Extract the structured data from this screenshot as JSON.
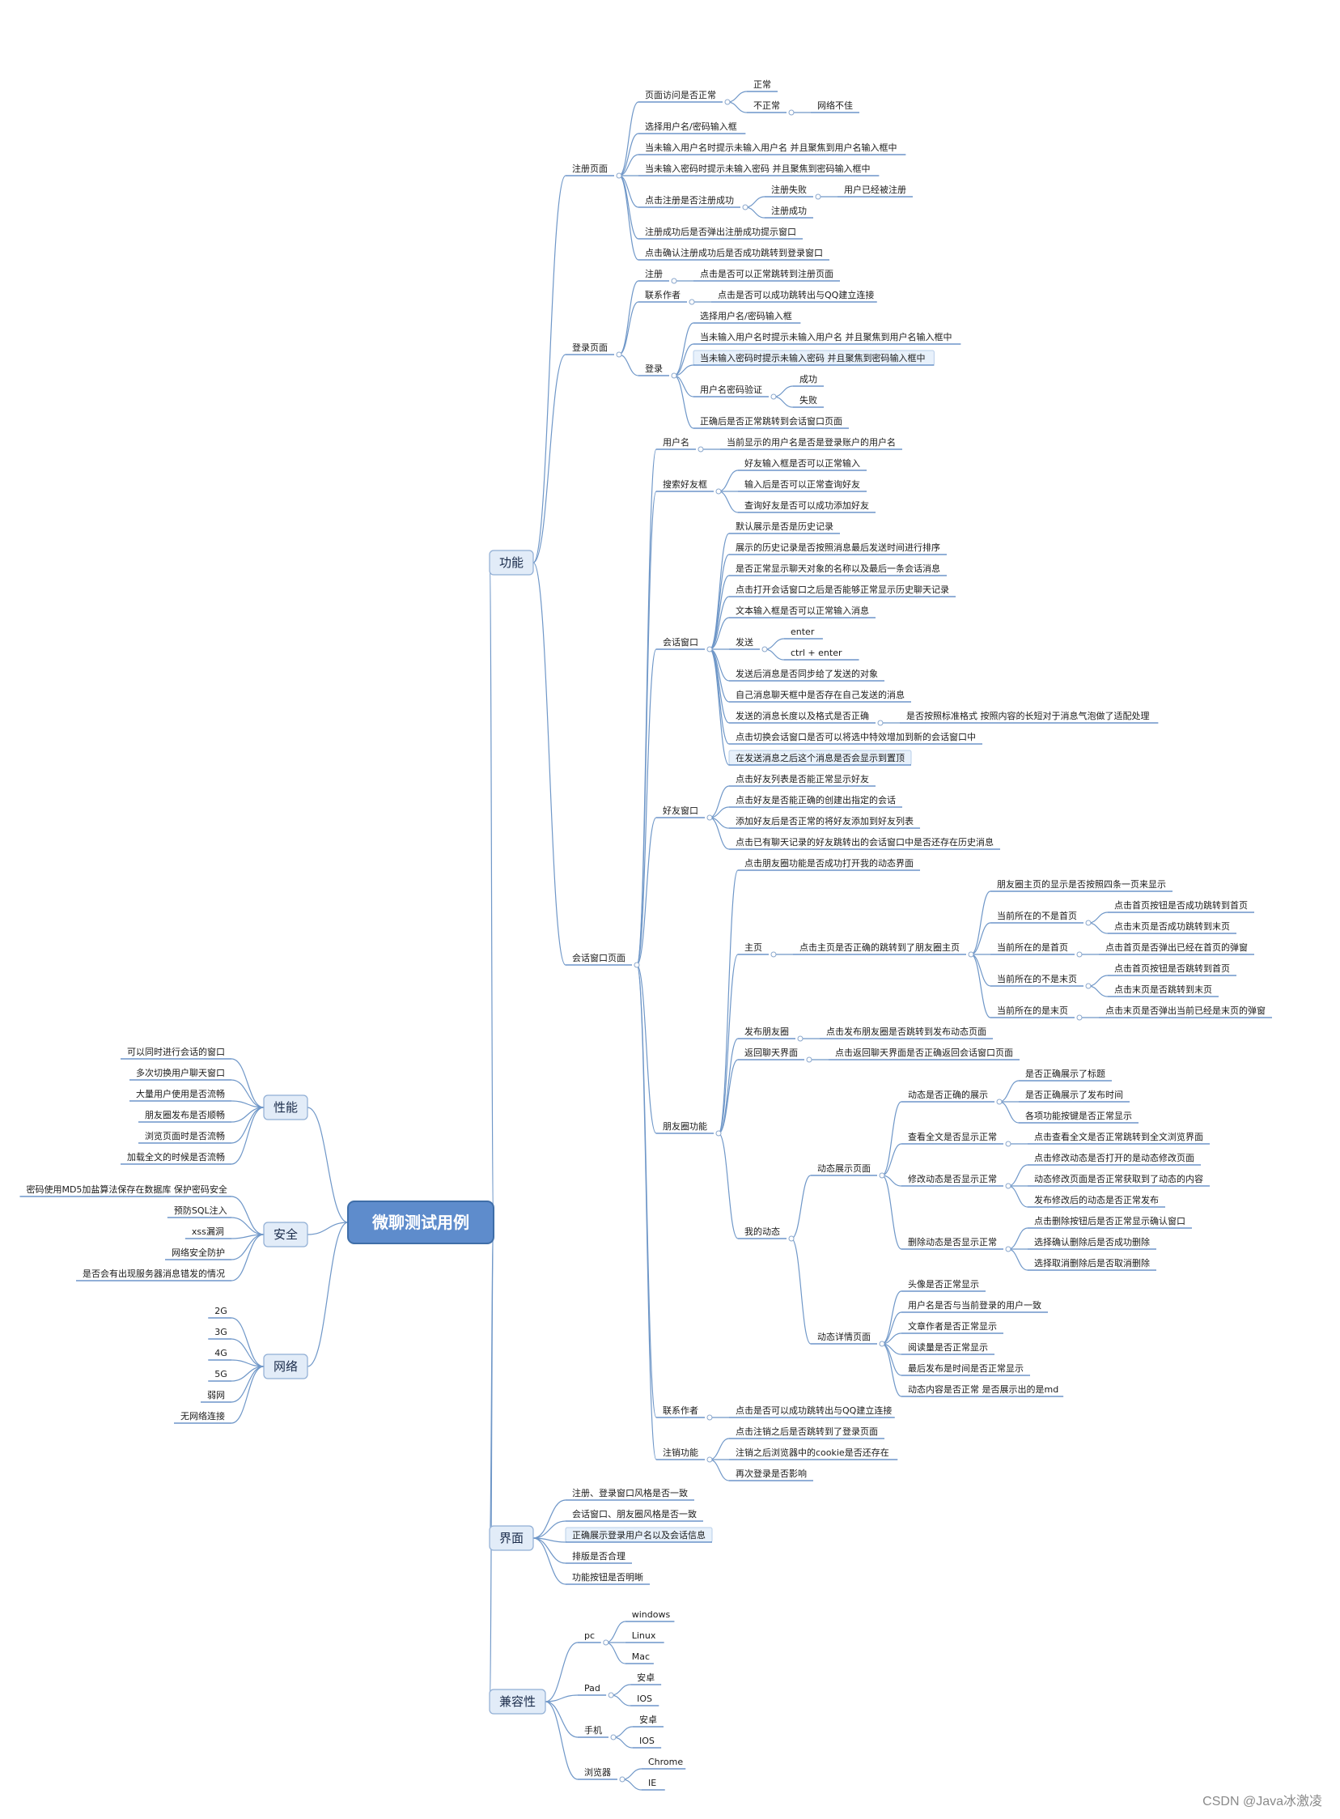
{
  "watermark": "CSDN @Java冰激凌",
  "colors": {
    "edge": "#6f97c8",
    "underline": "#4f7fbf",
    "root_fill": "#5e8ccc",
    "branch_fill": "#e2ecf8",
    "hl_fill": "#e8f1fb"
  },
  "mindmap": {
    "label": "微聊测试用例",
    "children": [
      {
        "label": "功能",
        "children": [
          {
            "label": "注册页面",
            "children": [
              {
                "label": "页面访问是否正常",
                "children": [
                  {
                    "label": "正常"
                  },
                  {
                    "label": "不正常",
                    "children": [
                      {
                        "label": "网络不佳"
                      }
                    ]
                  }
                ]
              },
              {
                "label": "选择用户名/密码输入框"
              },
              {
                "label": "当未输入用户名时提示未输入用户名 并且聚焦到用户名输入框中"
              },
              {
                "label": "当未输入密码时提示未输入密码 并且聚焦到密码输入框中"
              },
              {
                "label": "点击注册是否注册成功",
                "children": [
                  {
                    "label": "注册失败",
                    "children": [
                      {
                        "label": "用户已经被注册"
                      }
                    ]
                  },
                  {
                    "label": "注册成功"
                  }
                ]
              },
              {
                "label": "注册成功后是否弹出注册成功提示窗口"
              },
              {
                "label": "点击确认注册成功后是否成功跳转到登录窗口"
              }
            ]
          },
          {
            "label": "登录页面",
            "children": [
              {
                "label": "注册",
                "children": [
                  {
                    "label": "点击是否可以正常跳转到注册页面"
                  }
                ]
              },
              {
                "label": "联系作者",
                "children": [
                  {
                    "label": "点击是否可以成功跳转出与QQ建立连接"
                  }
                ]
              },
              {
                "label": "登录",
                "children": [
                  {
                    "label": "选择用户名/密码输入框"
                  },
                  {
                    "label": "当未输入用户名时提示未输入用户名 并且聚焦到用户名输入框中"
                  },
                  {
                    "label": "当未输入密码时提示未输入密码 并且聚焦到密码输入框中",
                    "hl": true
                  },
                  {
                    "label": "用户名密码验证",
                    "children": [
                      {
                        "label": "成功"
                      },
                      {
                        "label": "失败"
                      }
                    ]
                  },
                  {
                    "label": "正确后是否正常跳转到会话窗口页面"
                  }
                ]
              }
            ]
          },
          {
            "label": "会话窗口页面",
            "children": [
              {
                "label": "用户名",
                "children": [
                  {
                    "label": "当前显示的用户名是否是登录账户的用户名"
                  }
                ]
              },
              {
                "label": "搜索好友框",
                "children": [
                  {
                    "label": "好友输入框是否可以正常输入"
                  },
                  {
                    "label": "输入后是否可以正常查询好友"
                  },
                  {
                    "label": "查询好友是否可以成功添加好友"
                  }
                ]
              },
              {
                "label": "会话窗口",
                "children": [
                  {
                    "label": "默认展示是否是历史记录"
                  },
                  {
                    "label": "展示的历史记录是否按照消息最后发送时间进行排序"
                  },
                  {
                    "label": "是否正常显示聊天对象的名称以及最后一条会话消息"
                  },
                  {
                    "label": "点击打开会话窗口之后是否能够正常显示历史聊天记录"
                  },
                  {
                    "label": "文本输入框是否可以正常输入消息"
                  },
                  {
                    "label": "发送",
                    "children": [
                      {
                        "label": "enter"
                      },
                      {
                        "label": "ctrl + enter"
                      }
                    ]
                  },
                  {
                    "label": "发送后消息是否同步给了发送的对象"
                  },
                  {
                    "label": "自己消息聊天框中是否存在自己发送的消息"
                  },
                  {
                    "label": "发送的消息长度以及格式是否正确",
                    "children": [
                      {
                        "label": "是否按照标准格式 按照内容的长短对于消息气泡做了适配处理"
                      }
                    ]
                  },
                  {
                    "label": "点击切换会话窗口是否可以将选中特效增加到新的会话窗口中"
                  },
                  {
                    "label": "在发送消息之后这个消息是否会显示到置顶",
                    "hl": true
                  }
                ]
              },
              {
                "label": "好友窗口",
                "children": [
                  {
                    "label": "点击好友列表是否能正常显示好友"
                  },
                  {
                    "label": "点击好友是否能正确的创建出指定的会话"
                  },
                  {
                    "label": "添加好友后是否正常的将好友添加到好友列表"
                  },
                  {
                    "label": "点击已有聊天记录的好友跳转出的会话窗口中是否还存在历史消息"
                  }
                ]
              },
              {
                "label": "朋友圈功能",
                "children": [
                  {
                    "label": "点击朋友圈功能是否成功打开我的动态界面"
                  },
                  {
                    "label": "主页",
                    "children": [
                      {
                        "label": "点击主页是否正确的跳转到了朋友圈主页",
                        "children": [
                          {
                            "label": "朋友圈主页的显示是否按照四条一页来显示"
                          },
                          {
                            "label": "当前所在的不是首页",
                            "children": [
                              {
                                "label": "点击首页按钮是否成功跳转到首页"
                              },
                              {
                                "label": "点击末页是否成功跳转到末页"
                              }
                            ]
                          },
                          {
                            "label": "当前所在的是首页",
                            "children": [
                              {
                                "label": "点击首页是否弹出已经在首页的弹窗"
                              }
                            ]
                          },
                          {
                            "label": "当前所在的不是末页",
                            "children": [
                              {
                                "label": "点击首页按钮是否跳转到首页"
                              },
                              {
                                "label": "点击末页是否跳转到末页"
                              }
                            ]
                          },
                          {
                            "label": "当前所在的是末页",
                            "children": [
                              {
                                "label": "点击末页是否弹出当前已经是末页的弹窗"
                              }
                            ]
                          }
                        ]
                      }
                    ]
                  },
                  {
                    "label": "发布朋友圈",
                    "children": [
                      {
                        "label": "点击发布朋友圈是否跳转到发布动态页面"
                      }
                    ]
                  },
                  {
                    "label": "返回聊天界面",
                    "children": [
                      {
                        "label": "点击返回聊天界面是否正确返回会话窗口页面"
                      }
                    ]
                  },
                  {
                    "label": "我的动态",
                    "children": [
                      {
                        "label": "动态展示页面",
                        "children": [
                          {
                            "label": "动态是否正确的展示",
                            "children": [
                              {
                                "label": "是否正确展示了标题"
                              },
                              {
                                "label": "是否正确展示了发布时间"
                              },
                              {
                                "label": "各项功能按键是否正常显示"
                              }
                            ]
                          },
                          {
                            "label": "查看全文是否显示正常",
                            "children": [
                              {
                                "label": "点击查看全文是否正常跳转到全文浏览界面"
                              }
                            ]
                          },
                          {
                            "label": "修改动态是否显示正常",
                            "children": [
                              {
                                "label": "点击修改动态是否打开的是动态修改页面"
                              },
                              {
                                "label": "动态修改页面是否正常获取到了动态的内容"
                              },
                              {
                                "label": "发布修改后的动态是否正常发布"
                              }
                            ]
                          },
                          {
                            "label": "删除动态是否显示正常",
                            "children": [
                              {
                                "label": "点击删除按钮后是否正常显示确认窗口"
                              },
                              {
                                "label": "选择确认删除后是否成功删除"
                              },
                              {
                                "label": "选择取消删除后是否取消删除"
                              }
                            ]
                          }
                        ]
                      },
                      {
                        "label": "动态详情页面",
                        "children": [
                          {
                            "label": "头像是否正常显示"
                          },
                          {
                            "label": "用户名是否与当前登录的用户一致"
                          },
                          {
                            "label": "文章作者是否正常显示"
                          },
                          {
                            "label": "阅读量是否正常显示"
                          },
                          {
                            "label": "最后发布是时间是否正常显示"
                          },
                          {
                            "label": "动态内容是否正常 是否展示出的是md"
                          }
                        ]
                      }
                    ]
                  }
                ]
              },
              {
                "label": "联系作者",
                "children": [
                  {
                    "label": "点击是否可以成功跳转出与QQ建立连接"
                  }
                ]
              },
              {
                "label": "注销功能",
                "children": [
                  {
                    "label": "点击注销之后是否跳转到了登录页面"
                  },
                  {
                    "label": "注销之后浏览器中的cookie是否还存在"
                  },
                  {
                    "label": "再次登录是否影响"
                  }
                ]
              }
            ]
          }
        ]
      },
      {
        "label": "界面",
        "children": [
          {
            "label": "注册、登录窗口风格是否一致"
          },
          {
            "label": "会话窗口、朋友圈风格是否一致"
          },
          {
            "label": "正确展示登录用户名以及会话信息",
            "hl": true
          },
          {
            "label": "排版是否合理"
          },
          {
            "label": "功能按钮是否明晰"
          }
        ]
      },
      {
        "label": "兼容性",
        "children": [
          {
            "label": "pc",
            "children": [
              {
                "label": "windows"
              },
              {
                "label": "Linux"
              },
              {
                "label": "Mac"
              }
            ]
          },
          {
            "label": "Pad",
            "children": [
              {
                "label": "安卓"
              },
              {
                "label": "IOS"
              }
            ]
          },
          {
            "label": "手机",
            "children": [
              {
                "label": "安卓"
              },
              {
                "label": "IOS"
              }
            ]
          },
          {
            "label": "浏览器",
            "children": [
              {
                "label": "Chrome"
              },
              {
                "label": "IE"
              }
            ]
          }
        ]
      },
      {
        "label": "性能",
        "children": [
          {
            "label": "可以同时进行会话的窗口"
          },
          {
            "label": "多次切换用户聊天窗口"
          },
          {
            "label": "大量用户使用是否流畅"
          },
          {
            "label": "朋友圈发布是否顺畅"
          },
          {
            "label": "浏览页面时是否流畅"
          },
          {
            "label": "加载全文的时候是否流畅"
          }
        ]
      },
      {
        "label": "安全",
        "children": [
          {
            "label": "密码使用MD5加盐算法保存在数据库 保护密码安全"
          },
          {
            "label": "预防SQL注入"
          },
          {
            "label": "xss漏洞"
          },
          {
            "label": "网络安全防护"
          },
          {
            "label": "是否会有出现服务器消息错发的情况"
          }
        ]
      },
      {
        "label": "网络",
        "children": [
          {
            "label": "2G"
          },
          {
            "label": "3G"
          },
          {
            "label": "4G"
          },
          {
            "label": "5G"
          },
          {
            "label": "弱网"
          },
          {
            "label": "无网络连接"
          }
        ]
      }
    ]
  }
}
